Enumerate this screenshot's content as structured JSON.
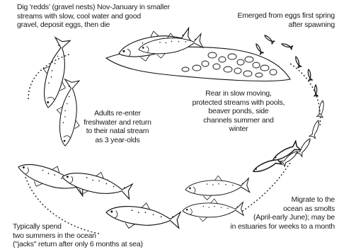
{
  "captions": {
    "redds": [
      "Dig 'redds' (gravel nests) Nov-January in smaller",
      "streams with slow, cool water and good",
      "gravel, deposit eggs, then die"
    ],
    "emerged": [
      "Emerged from eggs first spring",
      "after spawning"
    ],
    "rear": [
      "Rear in slow moving,",
      "protected streams with pools,",
      "beaver ponds, side",
      "channels summer and",
      "winter"
    ],
    "adults": [
      "Adults re-enter",
      "freshwater and return",
      "to their natal stream",
      "as 3 year-olds"
    ],
    "migrate": [
      "Migrate to the",
      "ocean as smolts",
      "(April-early June); may be",
      "in estuaries for weeks to a month"
    ],
    "ocean": [
      "Typically spend",
      "two summers in the ocean",
      "(\"jacks\" return after only 6 months at sea)"
    ]
  }
}
